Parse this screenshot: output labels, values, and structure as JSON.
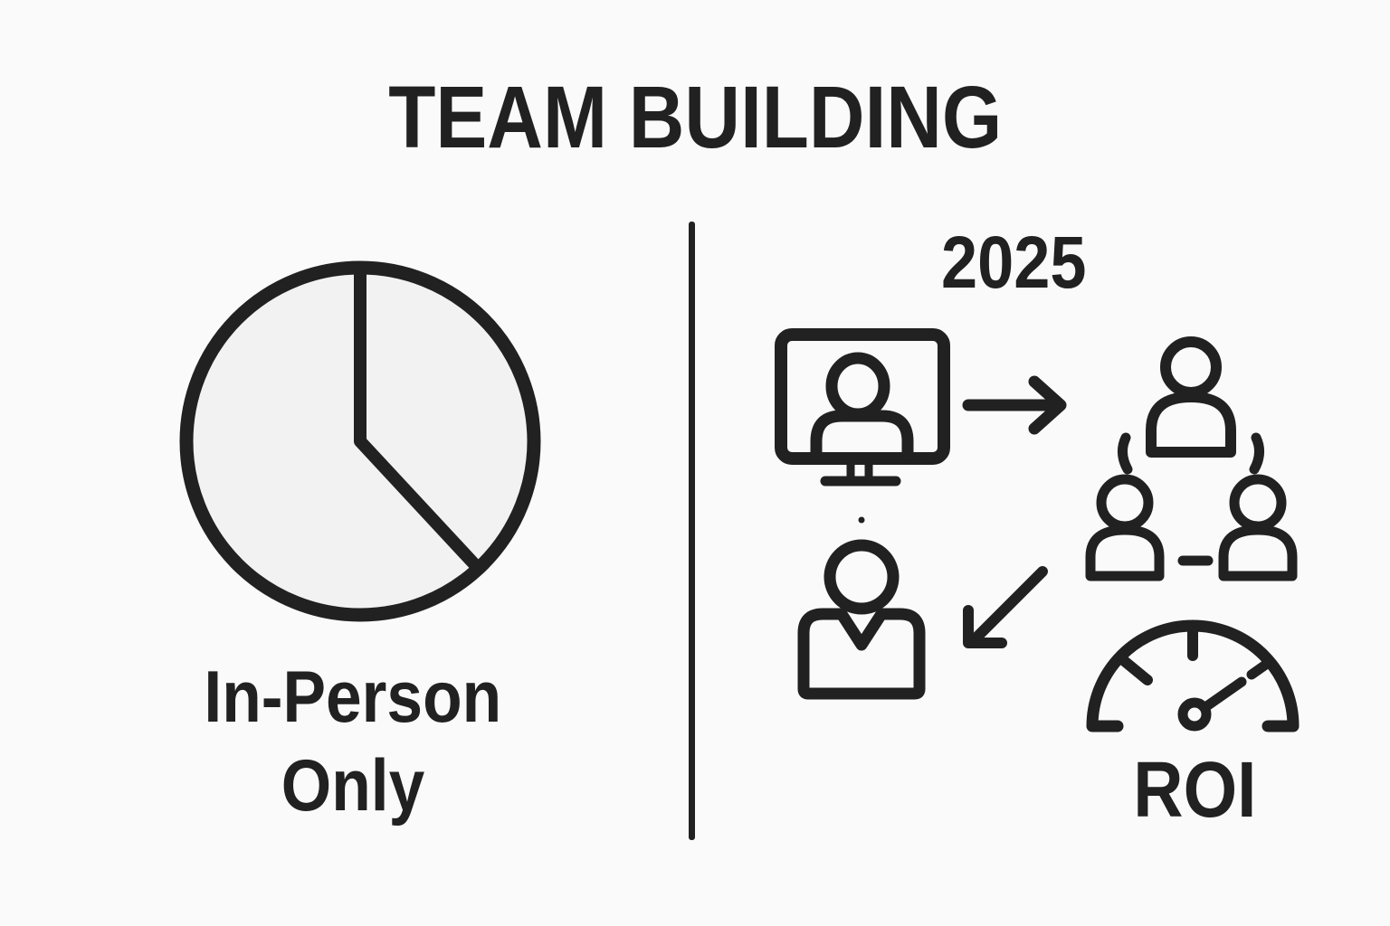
{
  "page": {
    "background_color": "#fafafa",
    "ink_color": "#212121",
    "title": "TEAM BUILDING"
  },
  "left_panel": {
    "icon": "pie-chart-icon",
    "pie": {
      "fill_color": "#f2f2f2",
      "slice_start_deg": 0,
      "slice_end_deg": 137
    },
    "label_line1": "In-Person",
    "label_line2": "Only"
  },
  "divider": {
    "name": "vertical-divider"
  },
  "right_panel": {
    "year": "2025",
    "roi_label": "ROI",
    "icons": [
      "video-call-monitor-icon",
      "arrow-right-icon",
      "team-network-icon",
      "person-icon",
      "arrow-down-left-icon",
      "speedometer-icon"
    ]
  }
}
